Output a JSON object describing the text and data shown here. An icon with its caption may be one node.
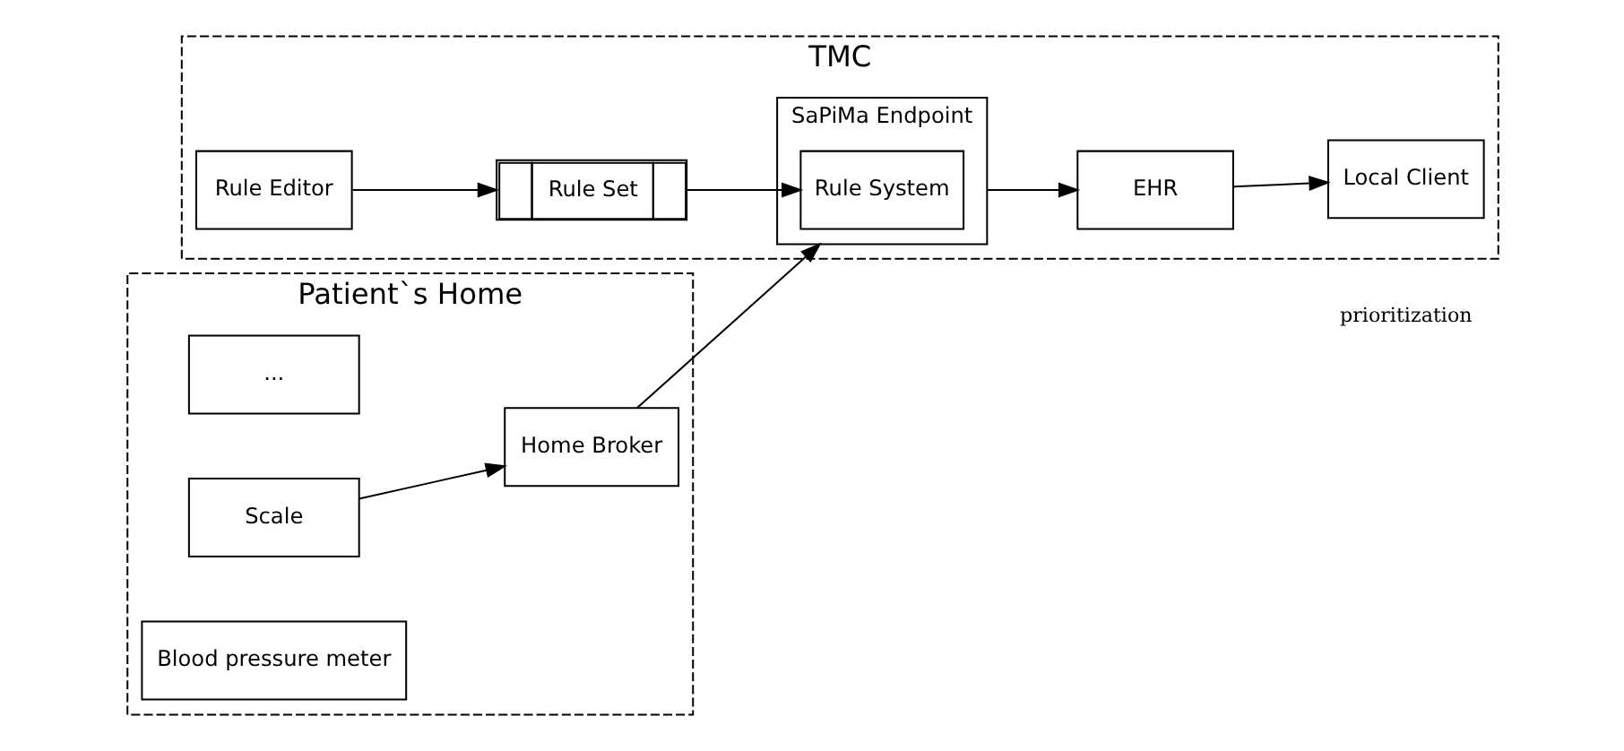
{
  "diagram": {
    "nodes": [
      {
        "text": [
          "Patient`s Home"
        ]
      },
      {
        "text": [
          "Home Broker"
        ],
        "in": 0
      },
      {
        "text": [
          "..."
        ],
        "in": 0
      },
      {
        "text": [
          "Scale"
        ],
        "in": 0
      },
      {
        "text": [
          "Blood pressure meter"
        ],
        "in": 0
      },
      {
        "text": [
          "TMC"
        ]
      },
      {
        "text": [
          "SaPiMa Endpoint"
        ],
        "in": 5
      },
      {
        "text": [
          "Rule System"
        ],
        "in": 6
      },
      {
        "text": [
          "EHR"
        ],
        "in": 5
      },
      {
        "text": [
          "Local Client"
        ],
        "in": 5
      },
      {
        "text": [
          "Rule Set"
        ],
        "in": 5
      },
      {
        "text": [
          "Rule Editor"
        ],
        "in": 5
      }
    ],
    "edges": [
      {
        "from": 3,
        "to": 1,
        "arrow": "to"
      },
      {
        "from": 1,
        "to": 6,
        "arrow": "to"
      },
      {
        "from": 10,
        "to": 7,
        "arrow": "to"
      },
      {
        "from": 6,
        "to": 8,
        "arrow": "to"
      },
      {
        "from": 8,
        "to": 9,
        "arrow": "to"
      },
      {
        "from": 11,
        "to": 10,
        "arrow": "to"
      }
    ],
    "labels": [
      "prioritization"
    ]
  }
}
